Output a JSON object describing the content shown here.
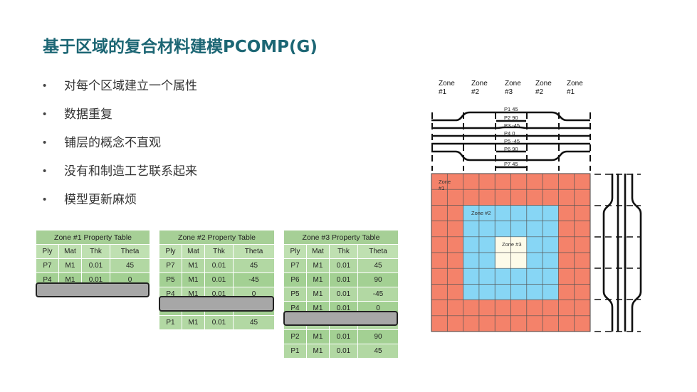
{
  "slide": {
    "title": "基于区域的复合材料建模PCOMP(G)",
    "bullet_symbol": "•",
    "bullets": [
      "对每个区域建立一个属性",
      "数据重复",
      "铺层的概念不直观",
      "没有和制造工艺联系起来",
      "模型更新麻烦"
    ]
  },
  "tables": [
    {
      "title": "Zone #1 Property Table",
      "headers": [
        "Ply",
        "Mat",
        "Thk",
        "Theta"
      ],
      "rows": [
        [
          "P7",
          "M1",
          "0.01",
          "45"
        ],
        [
          "P4",
          "M1",
          "0.01",
          "0"
        ]
      ]
    },
    {
      "title": "Zone #2 Property Table",
      "headers": [
        "Ply",
        "Mat",
        "Thk",
        "Theta"
      ],
      "rows": [
        [
          "P7",
          "M1",
          "0.01",
          "45"
        ],
        [
          "P5",
          "M1",
          "0.01",
          "-45"
        ],
        [
          "P4",
          "M1",
          "0.01",
          "0"
        ],
        [
          "",
          "",
          "",
          ""
        ],
        [
          "P1",
          "M1",
          "0.01",
          "45"
        ]
      ]
    },
    {
      "title": "Zone #3 Property Table",
      "headers": [
        "Ply",
        "Mat",
        "Thk",
        "Theta"
      ],
      "rows": [
        [
          "P7",
          "M1",
          "0.01",
          "45"
        ],
        [
          "P6",
          "M1",
          "0.01",
          "90"
        ],
        [
          "P5",
          "M1",
          "0.01",
          "-45"
        ],
        [
          "P4",
          "M1",
          "0.01",
          "0"
        ],
        [
          "",
          "",
          "",
          ""
        ],
        [
          "P2",
          "M1",
          "0.01",
          "90"
        ],
        [
          "P1",
          "M1",
          "0.01",
          "45"
        ]
      ]
    }
  ],
  "diagram": {
    "zone_headers": [
      "Zone\n#1",
      "Zone\n#2",
      "Zone\n#3",
      "Zone\n#2",
      "Zone\n#1"
    ],
    "plies": [
      "P1  45",
      "P2  90",
      "P3  -45",
      "P4   0",
      "P5  -45",
      "P6  90",
      "P7  45"
    ],
    "grid_labels": [
      "Zone\n#1",
      "Zone #2",
      "Zone #3"
    ],
    "colors": {
      "zone1": "#f4826a",
      "zone2": "#87d6f5",
      "zone3": "#fdfbe9",
      "grid_line": "#555555"
    }
  }
}
